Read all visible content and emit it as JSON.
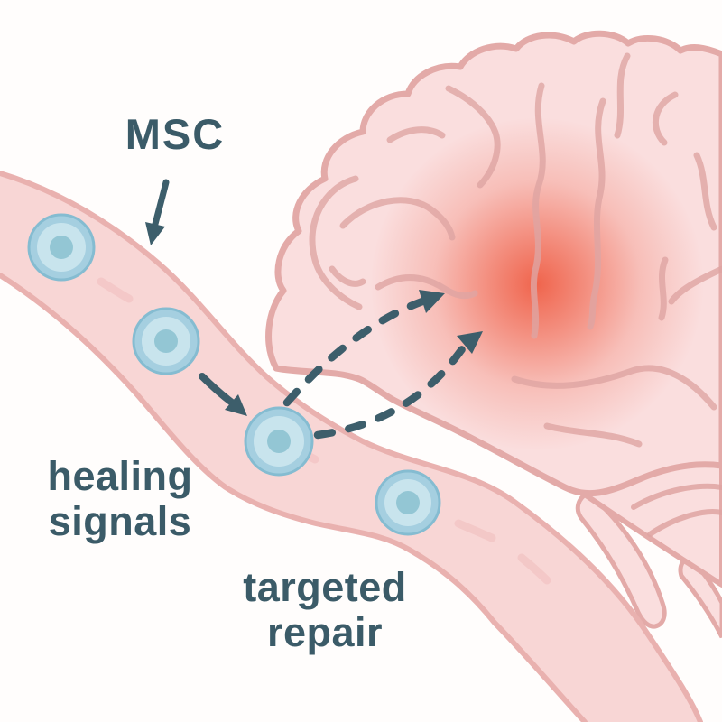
{
  "figure": {
    "labels": {
      "msc": "MSC",
      "healing_line1": "healing",
      "healing_line2": "signals",
      "targeted_line1": "targeted",
      "targeted_line2": "repair"
    },
    "cells": {
      "count": 4
    },
    "arrows": {
      "msc_pointer": "solid",
      "vessel_flow": "solid",
      "healing_upper": "dashed",
      "healing_lower": "dashed"
    },
    "colors": {
      "background": "#fffdfc",
      "brain_fill": "#fadede",
      "brain_outline": "#e3aaa8",
      "sulcus": "#dfa5a3",
      "injury_glow": "#ee4f33",
      "vessel_fill": "#f8d6d5",
      "vessel_edge": "#e9b1af",
      "vessel_streak": "#f0bdbd",
      "cell_outer": "#a5cfe0",
      "cell_ring": "#85bcd1",
      "cell_inner": "#c8e4ed",
      "cell_nucleus": "#93c6d4",
      "label_text": "#3b5b68",
      "arrow": "#3d5e6b"
    }
  }
}
